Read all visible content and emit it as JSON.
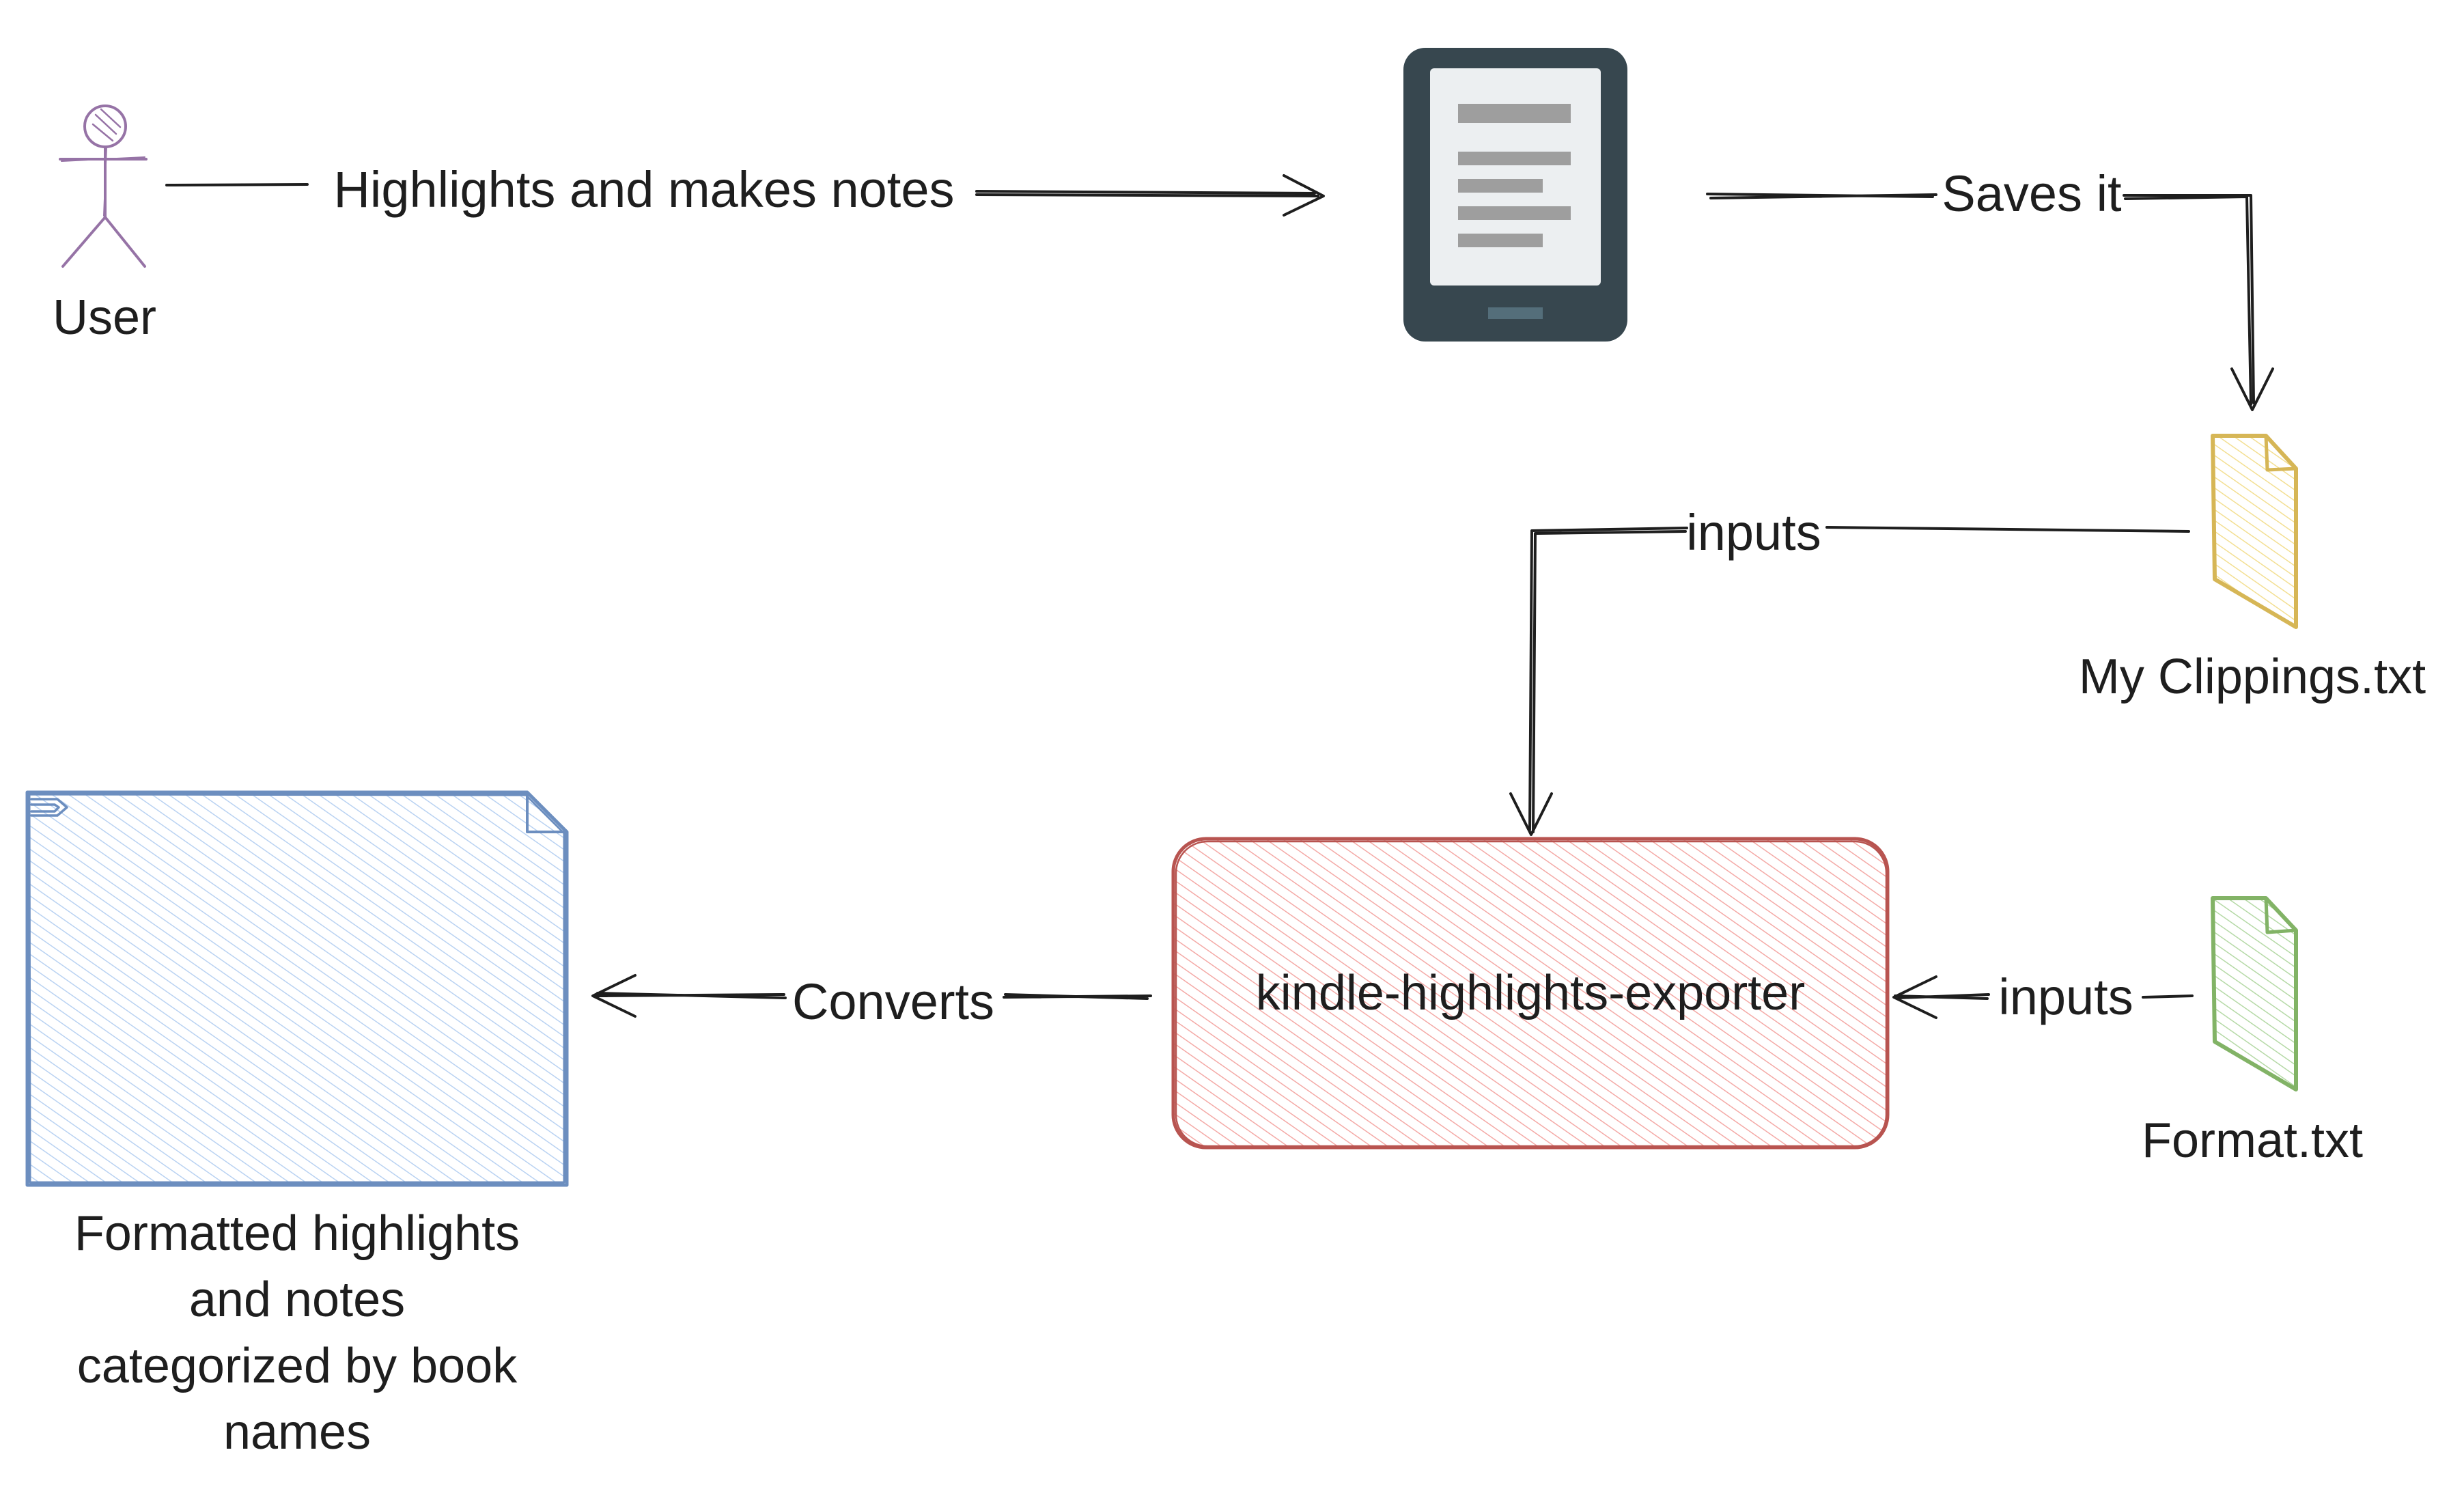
{
  "colors": {
    "ink": "#1e1e1e",
    "user": "#9673a6",
    "kindle_body": "#37474f",
    "kindle_screen": "#eceff1",
    "kindle_lines": "#9e9e9e",
    "clippings_stroke": "#d6b656",
    "clippings_fill": "#fff2cc",
    "format_stroke": "#82b366",
    "format_fill": "#d5e8d4",
    "exporter_stroke": "#b85450",
    "exporter_fill": "#f8cecc",
    "output_stroke": "#6c8ebf",
    "output_fill": "#dae8fc"
  },
  "nodes": {
    "user": {
      "label": "User",
      "icon": "stick-figure-icon"
    },
    "kindle": {
      "icon": "e-reader-icon"
    },
    "clippings": {
      "label": "My Clippings.txt",
      "icon": "file-icon"
    },
    "format": {
      "label": "Format.txt",
      "icon": "file-icon"
    },
    "exporter": {
      "label": "kindle-highlights-exporter"
    },
    "output": {
      "label_lines": [
        "Formatted highlights",
        "and notes",
        "categorized by book",
        "names"
      ],
      "icon": "document-icon"
    }
  },
  "edges": {
    "user_to_kindle": "Highlights and makes notes",
    "kindle_to_clippings": "Saves it",
    "clippings_to_exporter": "inputs",
    "format_to_exporter": "inputs",
    "exporter_to_output": "Converts"
  }
}
